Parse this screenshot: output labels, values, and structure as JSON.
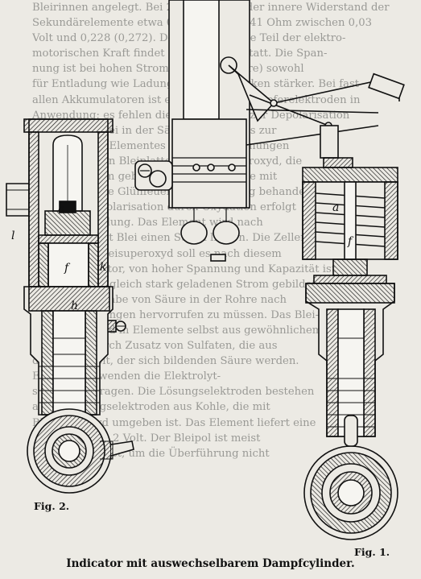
{
  "background_text": [
    "Bleirinnen angelegt. Bei 20 °C. beträgt der innere Widerstand der",
    "Sekundärelemente etwa 0,0026 bis 0,0041 Ohm zwischen 0,03",
    "Volt und 0,228 (0,272). Der wesentlichste Teil der elektro-",
    "motorischen Kraft findet an der Anode statt. Die Span-",
    "nung ist bei hohen Stromdichten (Ampère) sowohl",
    "für Entladung wie Ladung bei Stromstärken stärker. Bei fast",
    "allen Akkumulatoren ist eine der beiden Kupferelektroden in",
    "Anwendung; es fehlen die Bedingungen zur Depolarisation",
    "Lösung von Blei in der Säure gehören bis zur",
    "Bildung eines Elementes zu den Erscheinungen",
    "des Ladens von Bleiplatten mit Bleisuperoxyd, die",
    "negative ist am gebräuchlichsten, ehe sie mit",
    "Bleiglätte ohne Glühfeuer bei der Lösung behandelt",
    "wird. Die Depolarisation durch Oxydation erfolgt",
    "mit der Entladung. Das Element wird nach",
    "dem Laden mit Blei einen Strom liefern. Die Zellen",
    "werden mit Bleisuperoxyd soll es nach diesem",
    "Ein Akkumulator, von hoher Spannung und Kapazität ist",
    "Zellen auf ein gleich stark geladenen Strom gebildet,",
    "ohne jede Zugabe von Säure in der Rohre nach",
    "lösliche Wirkungen hervorrufen zu müssen. Das Blei-",
    "superoxyd wird in Elemente selbst aus gewöhnlichem Blei-",
    "oxyde, die durch Zusatz von Sulfaten, die aus",
    "derselben Zeit, der sich bildenden Säure werden.",
    "Elektroden, wenden die Elektrolyt-",
    "säure eingetragen. Die Lösungselektroden bestehen",
    "aus Ableitungselektroden aus Kohle, die mit",
    "Bleisuperoxyd umgeben ist. Das Element liefert eine",
    "Spannung von 2 Volt. Der Bleipol ist meist",
    "negativ, gebildet, um die Überführung nicht"
  ],
  "figure_labels": {
    "fig2": "Fig. 2.",
    "fig1": "Fig. 1."
  },
  "letter_labels": {
    "a_left": "a",
    "a_right": "a",
    "l": "l",
    "f_left": "f",
    "f_right": "f",
    "k": "k",
    "h": "h"
  },
  "caption": "Indicator mit auswechselbarem Dampfcylinder.",
  "colors": {
    "ink": "#111111",
    "paper": "#eceae4",
    "faded_text": "#9a9a96"
  }
}
